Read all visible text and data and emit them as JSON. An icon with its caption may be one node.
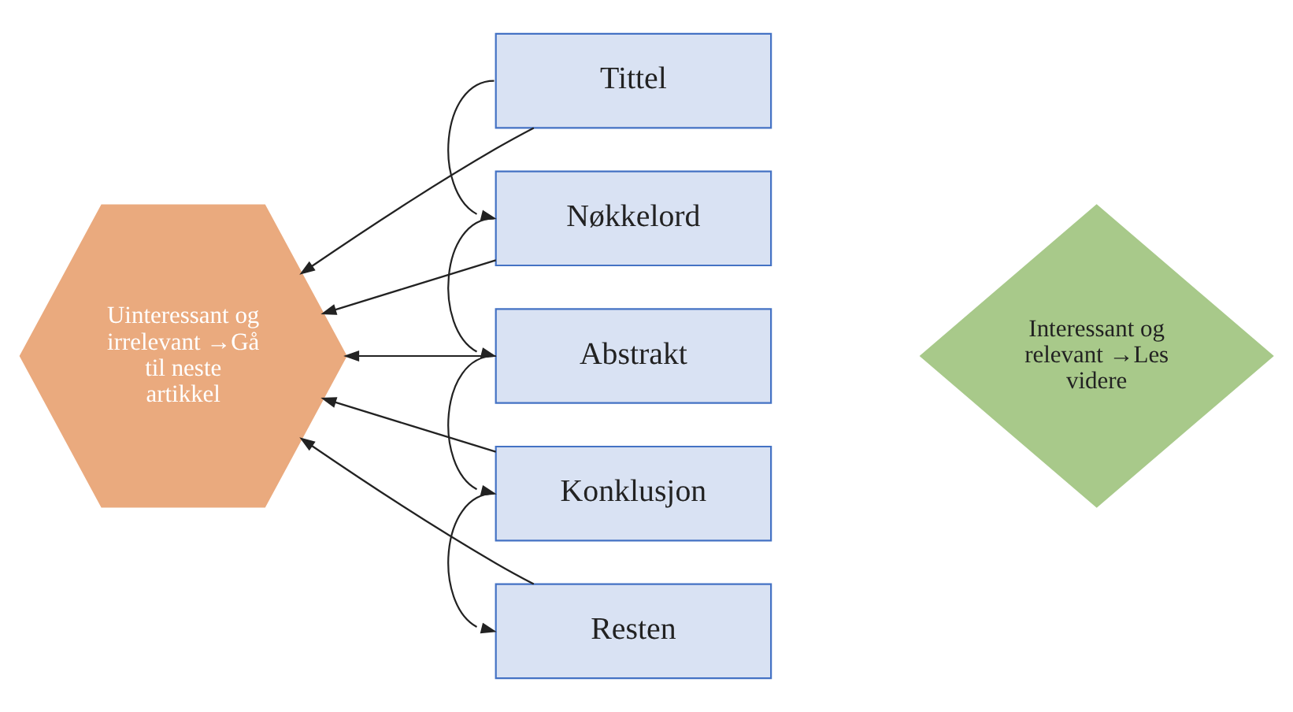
{
  "diagram": {
    "nodes": [
      {
        "text": [
          "Uinteressant og irrelevant →Gå til neste artikkel"
        ]
      },
      {
        "text": [
          "Tittel"
        ]
      },
      {
        "text": [
          "Nøkkelord"
        ]
      },
      {
        "text": [
          "Abstrakt"
        ]
      },
      {
        "text": [
          "Konklusjon"
        ]
      },
      {
        "text": [
          "Resten"
        ]
      },
      {
        "text": [
          "Interessant og relevant →Les videre"
        ]
      }
    ],
    "edges": [
      {
        "from": 1,
        "to": 0,
        "arrow": "to"
      },
      {
        "from": 2,
        "to": 0,
        "arrow": "to"
      },
      {
        "from": 3,
        "to": 0,
        "arrow": "to"
      },
      {
        "from": 4,
        "to": 0,
        "arrow": "to"
      },
      {
        "from": 5,
        "to": 0,
        "arrow": "to"
      },
      {
        "from": 1,
        "to": 2,
        "arrow": "to"
      },
      {
        "from": 2,
        "to": 3,
        "arrow": "to"
      },
      {
        "from": 3,
        "to": 4,
        "arrow": "to"
      },
      {
        "from": 4,
        "to": 5,
        "arrow": "to"
      }
    ]
  }
}
